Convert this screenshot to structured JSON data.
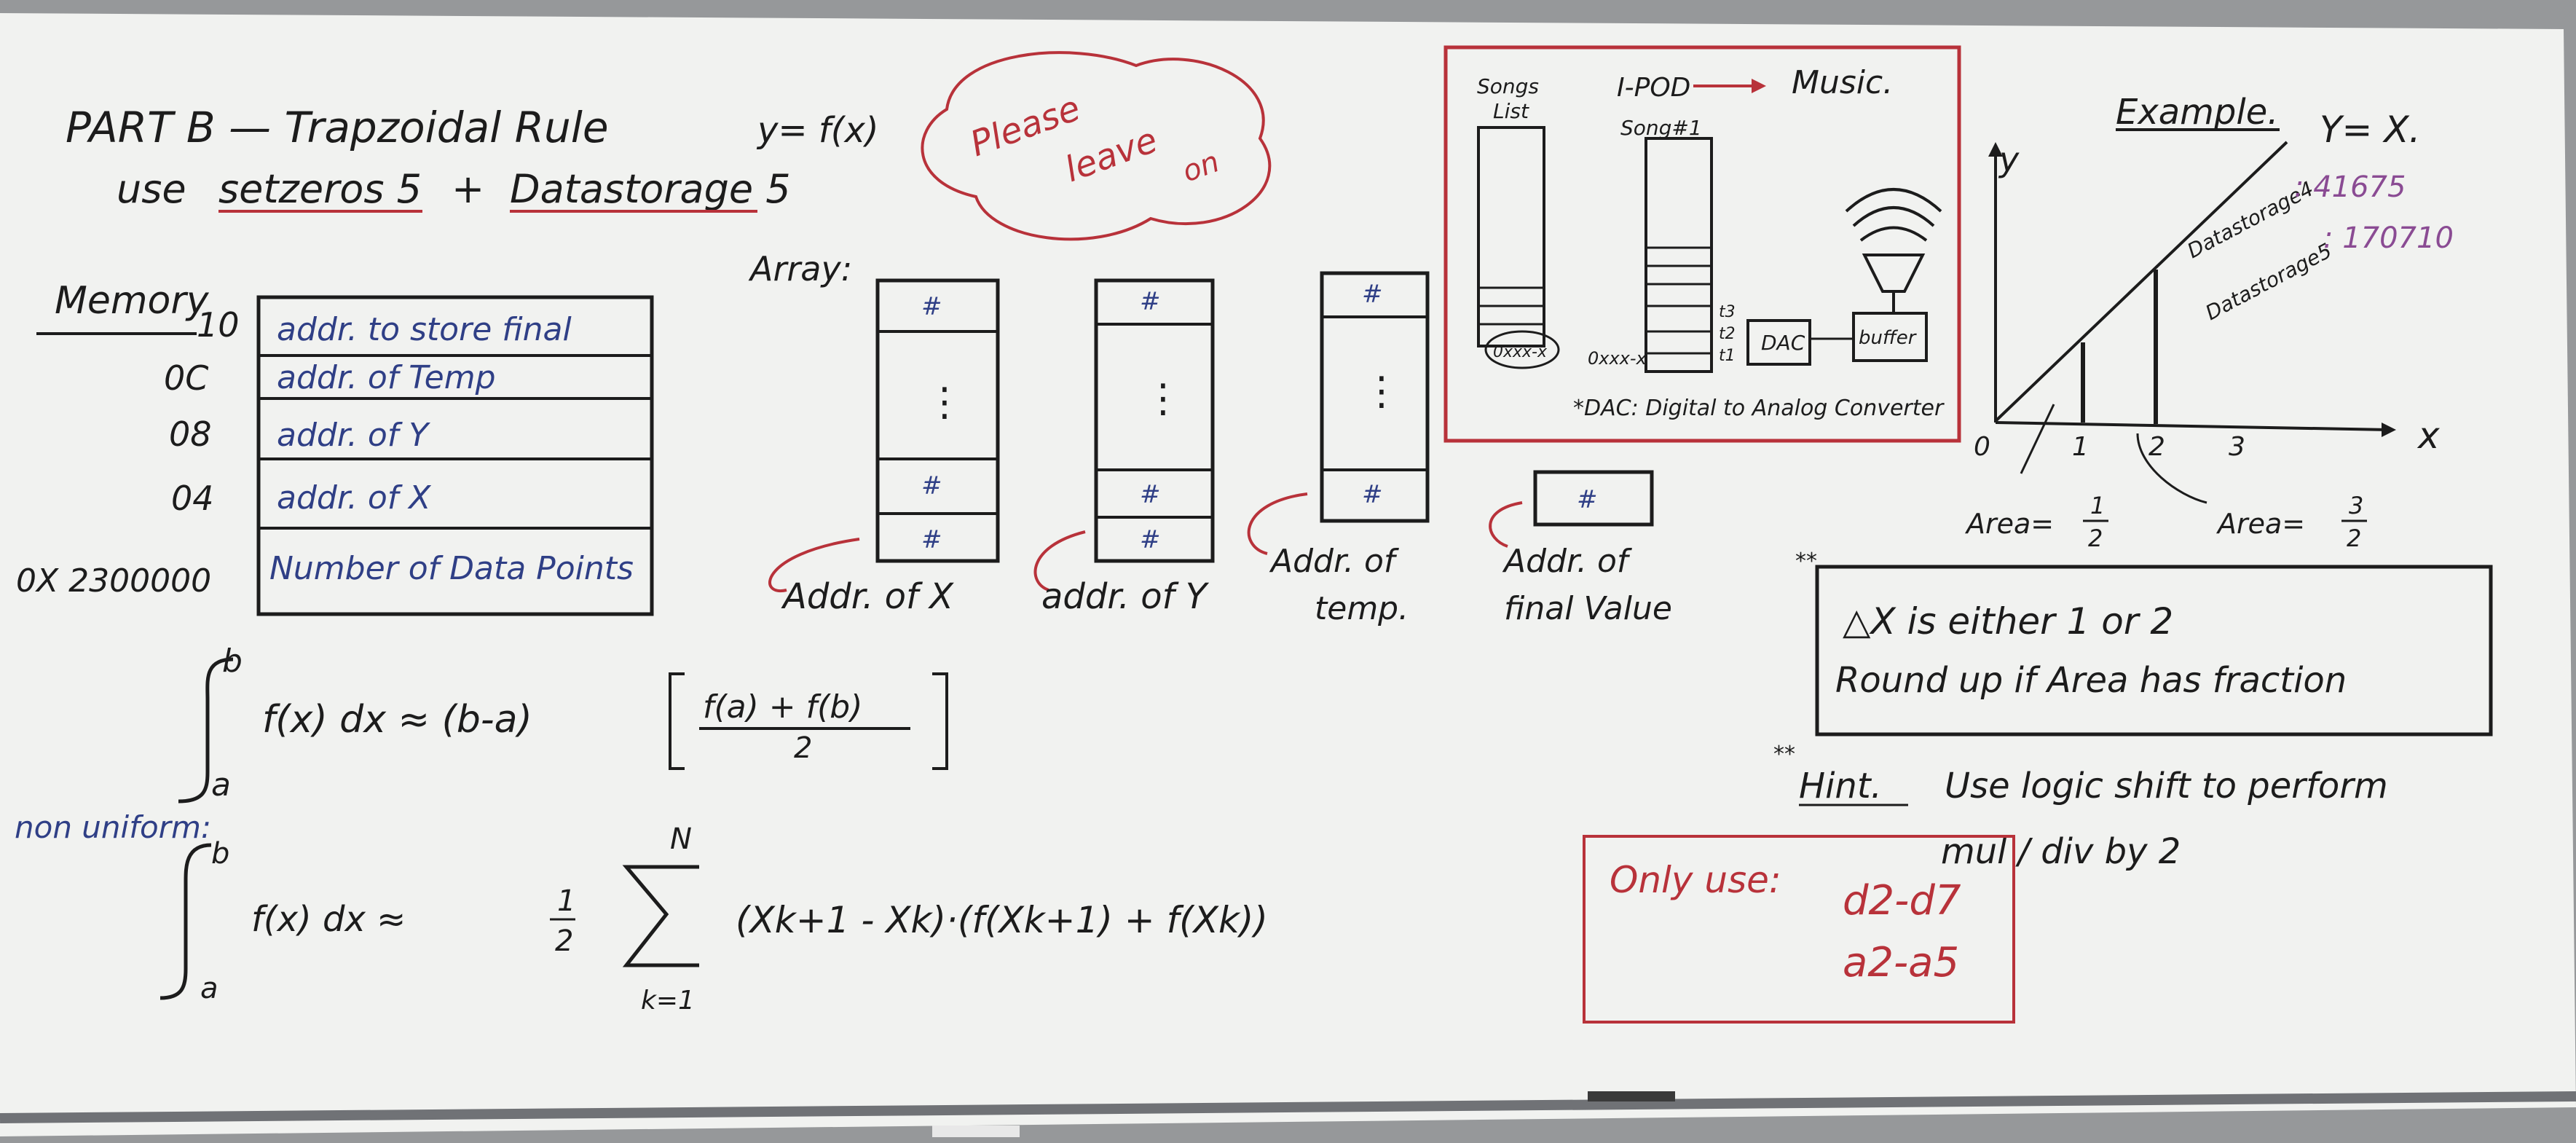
{
  "title": {
    "line1": "PART B — Trapzoidal Rule",
    "func": "y= f(x)",
    "line2_prefix": "use",
    "setzeros": "setzeros 5",
    "plus": "+",
    "datastorage": "Datastorage 5"
  },
  "please": {
    "w1": "Please",
    "w2": "leave",
    "w3": "on"
  },
  "memory": {
    "label": "Memory",
    "rows": [
      {
        "addr": "10",
        "text": "addr. to store final"
      },
      {
        "addr": "0C",
        "text": "addr. of Temp"
      },
      {
        "addr": "08",
        "text": "addr. of Y"
      },
      {
        "addr": "04",
        "text": "addr. of X"
      },
      {
        "addr": "0X 2300000",
        "text": "Number of Data Points"
      }
    ]
  },
  "arrays": {
    "label": "Array:",
    "cell_mark": "#",
    "dots": "⋮",
    "labels": [
      "Addr. of X",
      "addr. of Y",
      "Addr. of",
      "temp.",
      "Addr. of",
      "final Value"
    ]
  },
  "music": {
    "song_list1": "Songs",
    "song_list2": "List",
    "ipod": "I-POD",
    "music": "Music.",
    "song1": "Song#1",
    "dac": "DAC",
    "buffer": "buffer",
    "addr1": "0xxx-x",
    "addr2": "0xxx-x",
    "note": "*DAC: Digital to Analog Converter",
    "t1": "t1",
    "t2": "t2",
    "t3": "t3"
  },
  "example": {
    "title": "Example.",
    "func": "Y= X.",
    "y": "y",
    "x": "x",
    "x_ticks": [
      "0",
      "1",
      "2",
      "3"
    ],
    "area1_label": "Area=",
    "area1_num": "1",
    "area1_den": "2",
    "area2_label": "Area=",
    "area2_num": "3",
    "area2_den": "2",
    "ds1_label": "Datastorage4",
    "ds1_val": ": 41675",
    "ds2_label": "Datastorage5",
    "ds2_val": ": 170710"
  },
  "note_box": {
    "stars": "**",
    "line1": "△X is either 1 or 2",
    "line2": "Round up if Area has fraction"
  },
  "hint": {
    "stars": "**",
    "label": "Hint.",
    "line1": "Use logic shift to perform",
    "line2": "mul / div by 2"
  },
  "only_use": {
    "label": "Only use:",
    "d": "d2-d7",
    "a": "a2-a5"
  },
  "formula1": {
    "upper": "b",
    "lower": "a",
    "integrand": "f(x) dx ≈ (b-a)",
    "num": "f(a) + f(b)",
    "den": "2"
  },
  "formula2": {
    "label": "non uniform:",
    "upper": "b",
    "lower": "a",
    "integrand": "f(x) dx ≈",
    "half_num": "1",
    "half_den": "2",
    "sigma_top": "N",
    "sigma_bottom": "k=1",
    "term": "(Xk+1 - Xk)·(f(Xk+1) + f(Xk))"
  }
}
